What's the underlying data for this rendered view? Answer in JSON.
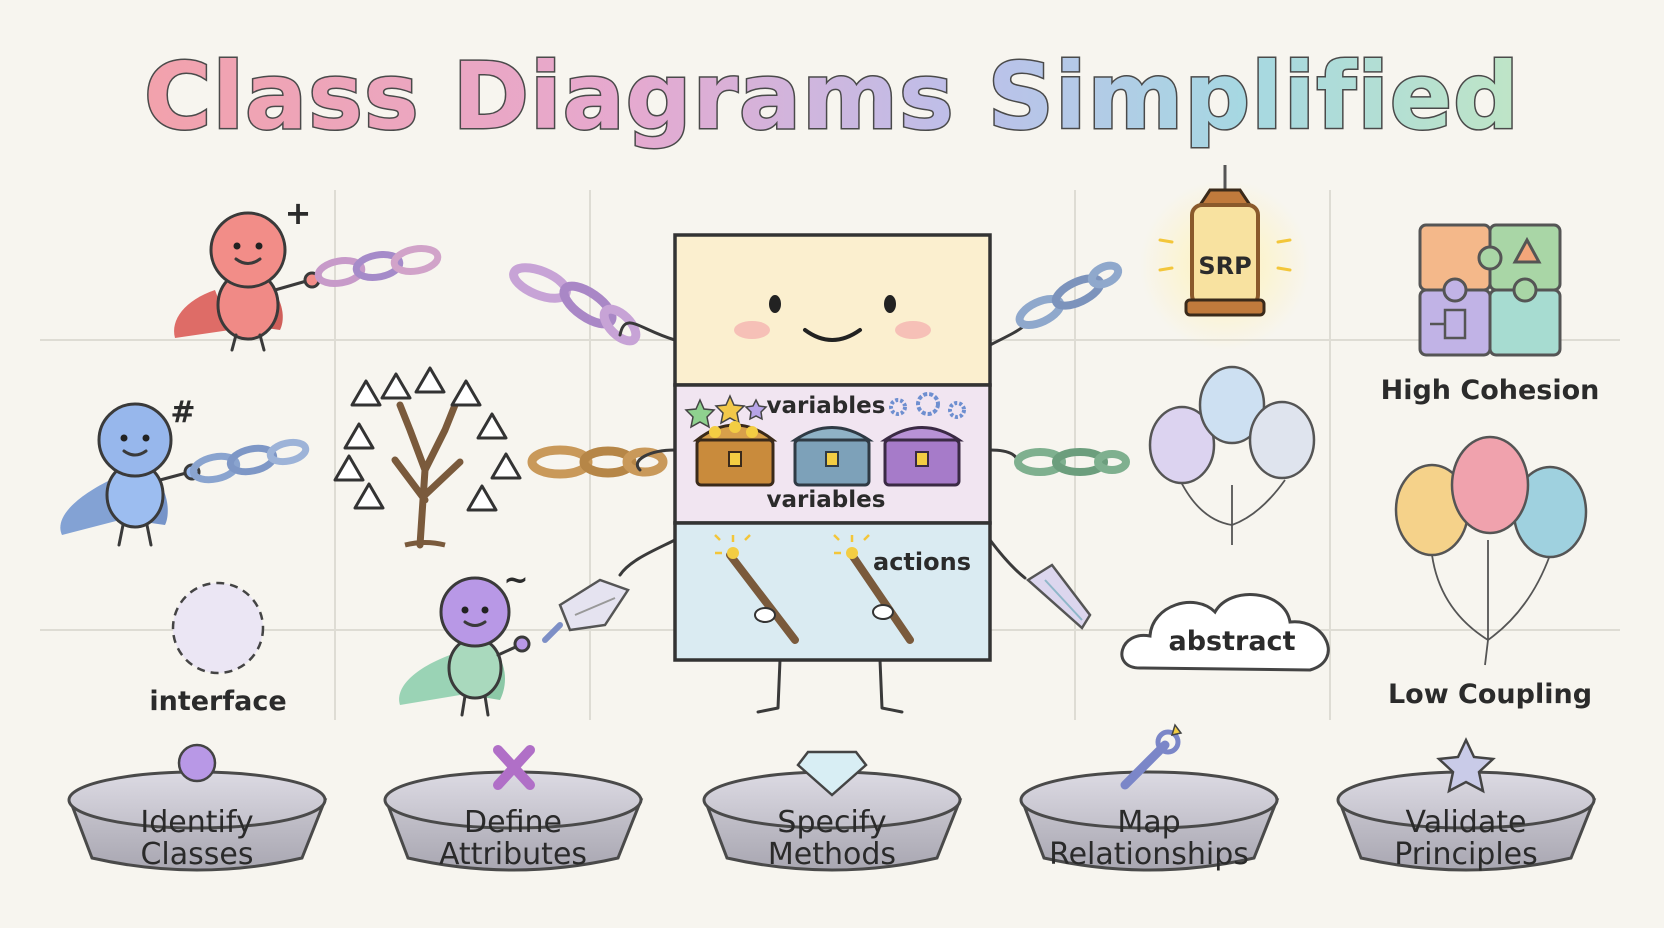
{
  "title": "Class Diagrams Simplified",
  "colors": {
    "background": "#f7f5ef",
    "grid": "#dcdad2",
    "title_gradient": [
      "#f2a7b0",
      "#e7b0d3",
      "#bfc3ea",
      "#a8dbe0",
      "#bfe6c8"
    ],
    "hero_red": "#f08a86",
    "hero_blue": "#8fb3ea",
    "hero_purple": "#b898e6",
    "class_header": "#fbefd0",
    "class_attributes": "#f1e7f4",
    "class_methods": "#dcecf3",
    "pedestal": "#c9c7cf"
  },
  "visibility_symbols": {
    "public": "+",
    "protected": "#",
    "package": "~"
  },
  "left_labels": {
    "interface": "interface"
  },
  "class_box": {
    "attributes_label_top": "variables",
    "attributes_label_bottom": "variables",
    "methods_label": "actions"
  },
  "right_labels": {
    "lantern": "SRP",
    "cloud": "abstract",
    "puzzle": "High Cohesion",
    "balloons": "Low Coupling"
  },
  "steps": [
    {
      "line1": "Identify",
      "line2": "Classes",
      "icon": "purple-orb-icon"
    },
    {
      "line1": "Define",
      "line2": "Attributes",
      "icon": "crossed-bones-icon"
    },
    {
      "line1": "Specify",
      "line2": "Methods",
      "icon": "diamond-icon"
    },
    {
      "line1": "Map",
      "line2": "Relationships",
      "icon": "wrench-icon"
    },
    {
      "line1": "Validate",
      "line2": "Principles",
      "icon": "star-icon"
    }
  ]
}
